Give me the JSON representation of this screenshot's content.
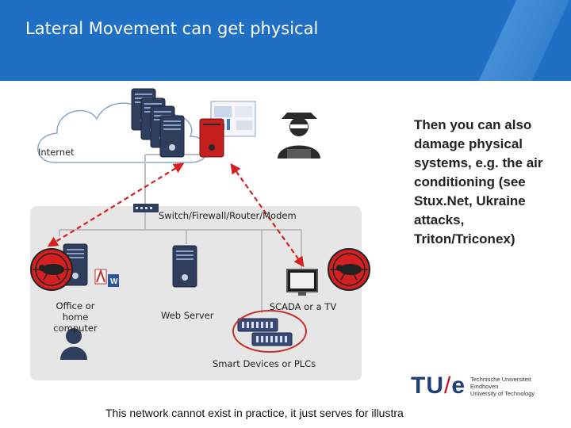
{
  "title": "Lateral Movement can get physical",
  "labels": {
    "internet": "Internet",
    "switch": "Switch/Firewall/Router/Modem",
    "office": "Office or home computer",
    "web_server": "Web Server",
    "scada": "SCADA or a TV",
    "smart_devices": "Smart Devices or PLCs"
  },
  "side_text": "Then you can also damage physical systems, e.g. the air conditioning (see Stux.Net, Ukraine attacks, Triton/Triconex)",
  "footnote": "This network cannot exist in practice, it just serves for illustra",
  "logo": {
    "mark_left": "TU",
    "mark_slash": "/",
    "mark_right": "e",
    "name_line1": "Technische Universiteit",
    "name_line2": "Eindhoven",
    "name_line3": "University of Technology"
  },
  "icons": [
    "cloud-icon",
    "server-stack-icon",
    "infected-server-icon",
    "hacker-icon",
    "switch-icon",
    "workstation-icon",
    "office-app-icons",
    "user-icon",
    "web-server-icon",
    "monitor-icon",
    "plc-device-icon",
    "malware-icon"
  ],
  "colors": {
    "header": "#1f6fc4",
    "attack_arrow": "#d42020",
    "malware_badge": "#d42020",
    "plc_highlight": "#c43030"
  }
}
